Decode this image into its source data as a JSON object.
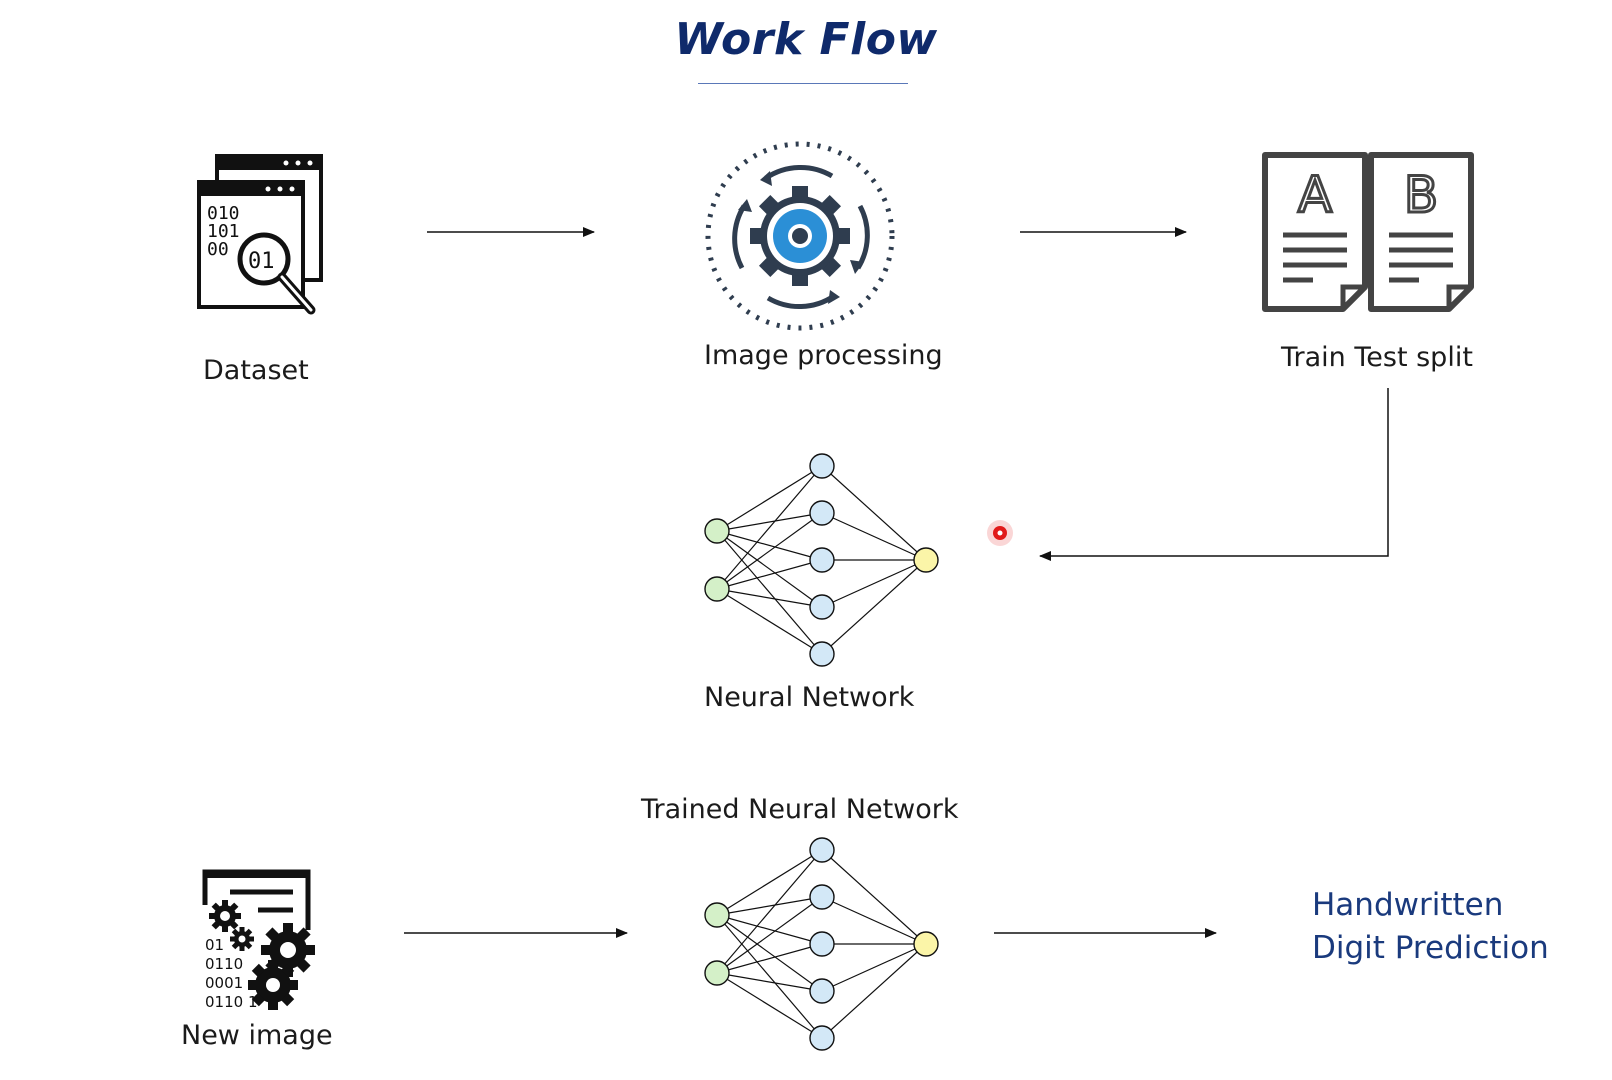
{
  "title": "Work Flow",
  "steps": {
    "dataset": {
      "label": "Dataset",
      "icon": "dataset-search-icon"
    },
    "image_processing": {
      "label": "Image processing",
      "icon": "gear-processing-icon"
    },
    "train_test_split": {
      "label": "Train Test split",
      "icon": "ab-documents-icon"
    },
    "neural_network": {
      "label": "Neural Network",
      "icon": "neural-network-icon"
    },
    "new_image": {
      "label": "New image",
      "icon": "data-gears-icon"
    },
    "trained_neural_network": {
      "label": "Trained Neural Network",
      "icon": "neural-network-icon"
    }
  },
  "icon_text": {
    "dataset_binary": [
      "010",
      "101",
      "00"
    ],
    "dataset_lens": "01",
    "doc_a": "A",
    "doc_b": "B",
    "new_image_binary": [
      "01",
      "0110",
      "0001",
      "0110 1"
    ]
  },
  "result": {
    "line1": "Handwritten",
    "line2": "Digit Prediction"
  },
  "colors": {
    "title": "#0f2a6b",
    "result": "#1a3a7d",
    "input_node": "#d4f0c8",
    "hidden_node": "#d3e8f7",
    "output_node": "#fbf5a8",
    "gear_blue": "#2b8fd6",
    "gear_dark": "#2f3d4f",
    "pointer": "#e11a1a"
  }
}
